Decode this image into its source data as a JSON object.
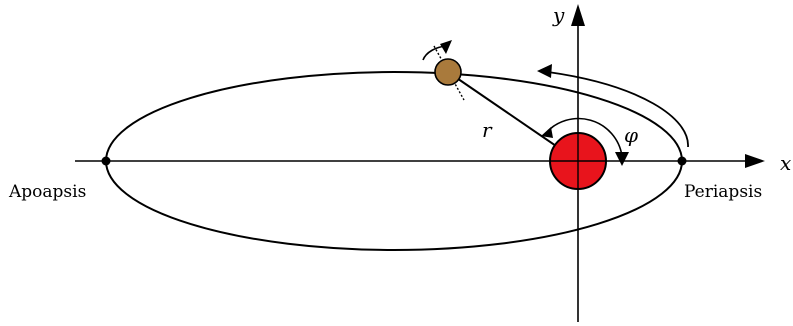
{
  "labels": {
    "x_axis": "x",
    "y_axis": "y",
    "radius": "r",
    "angle": "φ",
    "apoapsis": "Apoapsis",
    "periapsis": "Periapsis"
  },
  "colors": {
    "star_fill": "#e8141c",
    "planet_fill": "#a97a3c",
    "line": "#000000"
  }
}
